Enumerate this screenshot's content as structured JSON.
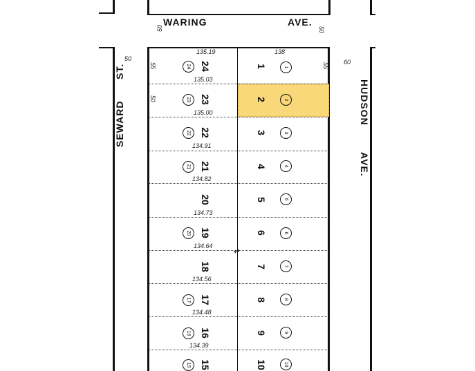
{
  "map": {
    "type": "parcel-map",
    "highlight_color": "#f8d878",
    "streets": {
      "top": {
        "name": "WARING",
        "suffix": "AVE."
      },
      "left": {
        "name": "SEWARD",
        "suffix": "ST."
      },
      "right": {
        "name": "HUDSON",
        "suffix": "AVE."
      }
    },
    "street_widths": {
      "waring_left": "50",
      "waring_right": "50",
      "seward": "50",
      "hudson": "60"
    },
    "block_dims": {
      "top_left": "135.19",
      "top_right": "138",
      "lot1_side": "55",
      "lot2_side": "50",
      "lot24_side": "55",
      "lot23_side": "50"
    },
    "left_lots": [
      {
        "lot": "24",
        "parcel": "24",
        "bottom_dim": "135.03"
      },
      {
        "lot": "23",
        "parcel": "23",
        "bottom_dim": "135.00"
      },
      {
        "lot": "22",
        "parcel": "22",
        "bottom_dim": "134.91"
      },
      {
        "lot": "21",
        "parcel": "21",
        "bottom_dim": "134.82"
      },
      {
        "lot": "20",
        "parcel": "",
        "bottom_dim": "134.73"
      },
      {
        "lot": "19",
        "parcel": "20",
        "bottom_dim": "134.64"
      },
      {
        "lot": "18",
        "parcel": "",
        "bottom_dim": "134.56"
      },
      {
        "lot": "17",
        "parcel": "17",
        "bottom_dim": "134.48"
      },
      {
        "lot": "16",
        "parcel": "16",
        "bottom_dim": "134.39"
      },
      {
        "lot": "15",
        "parcel": "15",
        "bottom_dim": ""
      }
    ],
    "right_lots": [
      {
        "lot": "1",
        "parcel": "1",
        "highlighted": false
      },
      {
        "lot": "2",
        "parcel": "2",
        "highlighted": true
      },
      {
        "lot": "3",
        "parcel": "3",
        "highlighted": false
      },
      {
        "lot": "4",
        "parcel": "4",
        "highlighted": false
      },
      {
        "lot": "5",
        "parcel": "5",
        "highlighted": false
      },
      {
        "lot": "6",
        "parcel": "6",
        "highlighted": false
      },
      {
        "lot": "7",
        "parcel": "7",
        "highlighted": false
      },
      {
        "lot": "8",
        "parcel": "8",
        "highlighted": false
      },
      {
        "lot": "9",
        "parcel": "9",
        "highlighted": false
      },
      {
        "lot": "10",
        "parcel": "10",
        "highlighted": false
      }
    ]
  }
}
